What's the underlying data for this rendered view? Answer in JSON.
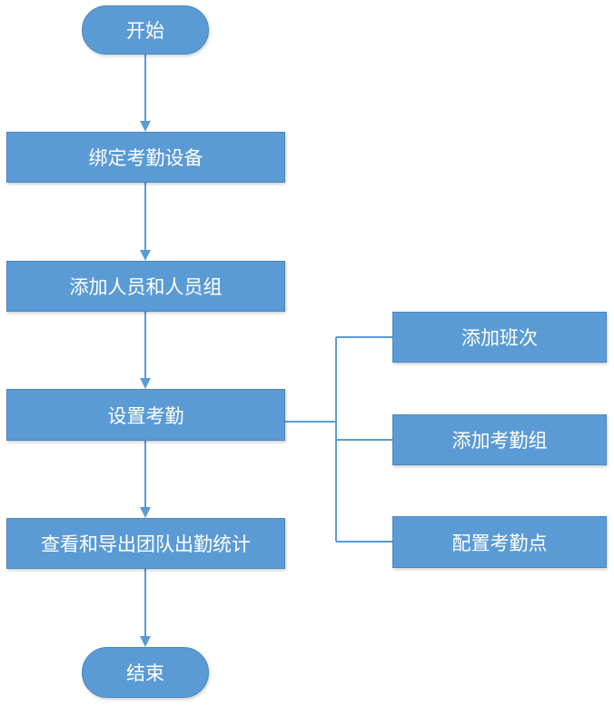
{
  "flowchart": {
    "start": "开始",
    "end": "结束",
    "steps": [
      "绑定考勤设备",
      "添加人员和人员组",
      "设置考勤",
      "查看和导出团队出勤统计"
    ],
    "sub_steps": [
      "添加班次",
      "添加考勤组",
      "配置考勤点"
    ]
  },
  "colors": {
    "node_fill": "#5B9BD5",
    "connector": "#5B9BD5",
    "text": "#FFFFFF"
  }
}
